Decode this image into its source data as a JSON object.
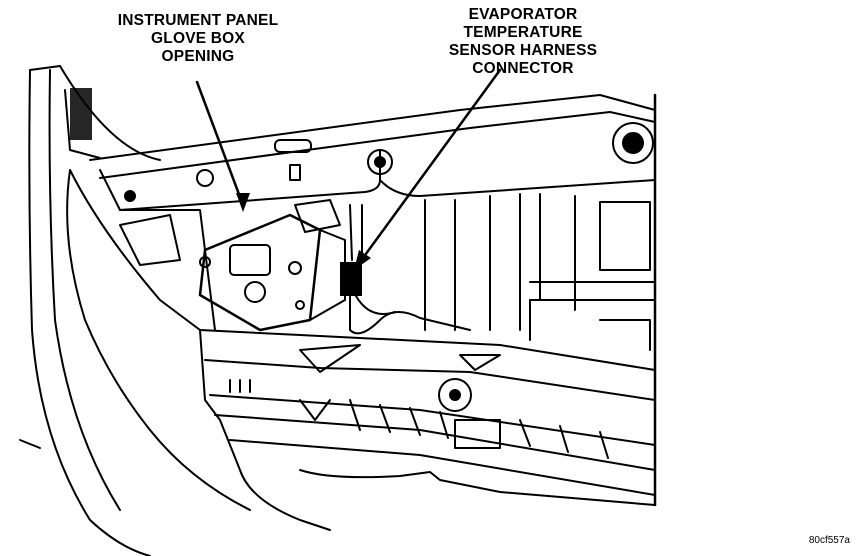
{
  "callouts": {
    "glove_box": {
      "lines": [
        "INSTRUMENT PANEL",
        "GLOVE BOX",
        "OPENING"
      ]
    },
    "sensor_connector": {
      "lines": [
        "EVAPORATOR",
        "TEMPERATURE",
        "SENSOR HARNESS",
        "CONNECTOR"
      ]
    }
  },
  "figure_id": "80cf557a"
}
